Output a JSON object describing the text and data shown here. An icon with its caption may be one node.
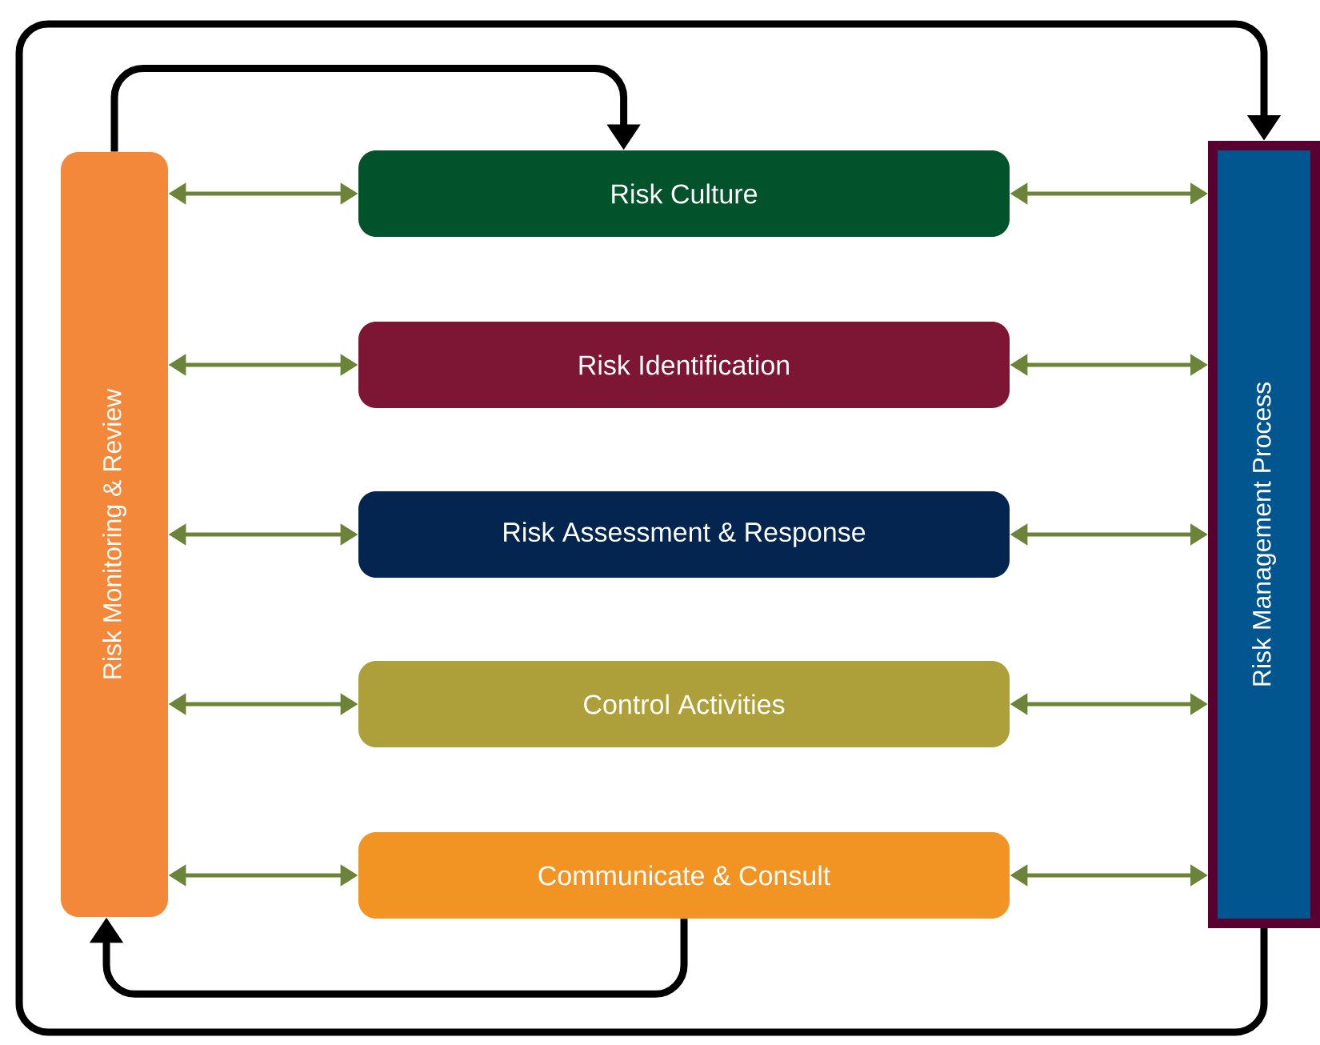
{
  "diagram": {
    "nodes": [
      {
        "text": [
          "Risk Monitoring & Review"
        ]
      },
      {
        "text": [
          "Risk Culture"
        ]
      },
      {
        "text": [
          "Risk Identification"
        ]
      },
      {
        "text": [
          "Risk Assessment & Response"
        ]
      },
      {
        "text": [
          "Control Activities"
        ]
      },
      {
        "text": [
          "Communicate & Consult"
        ]
      },
      {
        "text": [
          "Risk Management Process"
        ]
      }
    ],
    "edges": [
      {
        "from": 0,
        "to": 1,
        "arrow": "to",
        "style": "thick",
        "color": "#000000"
      },
      {
        "from": 5,
        "to": 0,
        "arrow": "to",
        "style": "thick",
        "color": "#000000"
      },
      {
        "from": 6,
        "to": 6,
        "arrow": "to",
        "style": "thick",
        "color": "#000000"
      },
      {
        "from": 0,
        "to": 1,
        "arrow": "both"
      },
      {
        "from": 0,
        "to": 2,
        "arrow": "both"
      },
      {
        "from": 0,
        "to": 3,
        "arrow": "both"
      },
      {
        "from": 0,
        "to": 4,
        "arrow": "both"
      },
      {
        "from": 0,
        "to": 5,
        "arrow": "both"
      },
      {
        "from": 1,
        "to": 6,
        "arrow": "both"
      },
      {
        "from": 2,
        "to": 6,
        "arrow": "both"
      },
      {
        "from": 3,
        "to": 6,
        "arrow": "both"
      },
      {
        "from": 4,
        "to": 6,
        "arrow": "both"
      },
      {
        "from": 5,
        "to": 6,
        "arrow": "both"
      }
    ]
  }
}
